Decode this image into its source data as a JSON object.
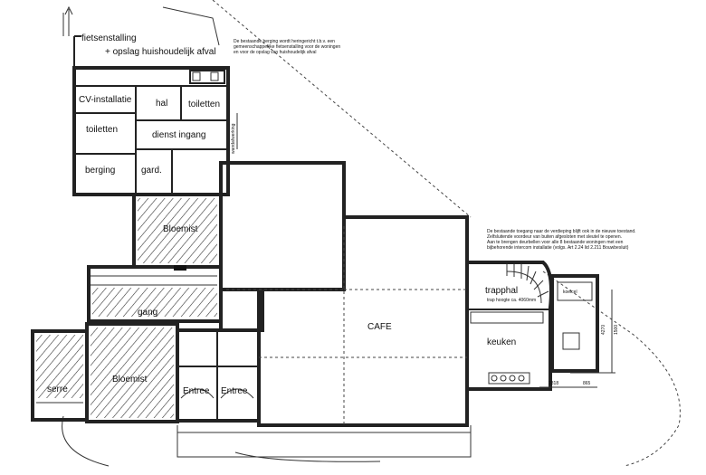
{
  "rooms": {
    "fietsenstalling_1": "fietsenstalling",
    "fietsenstalling_2": "+ opslag huishoudelijk afval",
    "cv": "CV-installatie",
    "hal": "hal",
    "toiletten_top": "toiletten",
    "toiletten": "toiletten",
    "dienst_ingang": "dienst ingang",
    "berging": "berging",
    "gard": "gard.",
    "bloemist_top": "Bloemist",
    "gang": "gang",
    "bloemist_bottom": "Bloemist",
    "serre": "serre",
    "entree_1": "Entree",
    "entree_2": "Entree",
    "cafe": "CAFE",
    "trappenhal": "trapphal",
    "keuken": "keuken",
    "koelcel": "koelcel"
  },
  "notes": {
    "top": [
      "De bestaande berging wordt heringericht t.b.v. een",
      "gemeenschappelijke fietsenstalling voor de woningen",
      "en voor de opslag van huishoudelijk afval"
    ],
    "right": [
      "De bestaande toegang naar de verdieping blijft ook in de nieuwe toestand.",
      "Zelfsluitende voordeur van buiten afgesloten met sleutel te openen.",
      "Aan te brengen deurbellen voor alle 8 bestaande woningen met een",
      "bijbehorende intercom installatie (volgs. Art 2.24 lid 2.211 Bouwbesluit)"
    ],
    "stair_height": "trap hoogte ca. 4060mm",
    "side_text": "wandafwerking"
  },
  "dimensions": {
    "d1": "2318",
    "d2": "865",
    "d3": "1500",
    "d4": "4270"
  }
}
